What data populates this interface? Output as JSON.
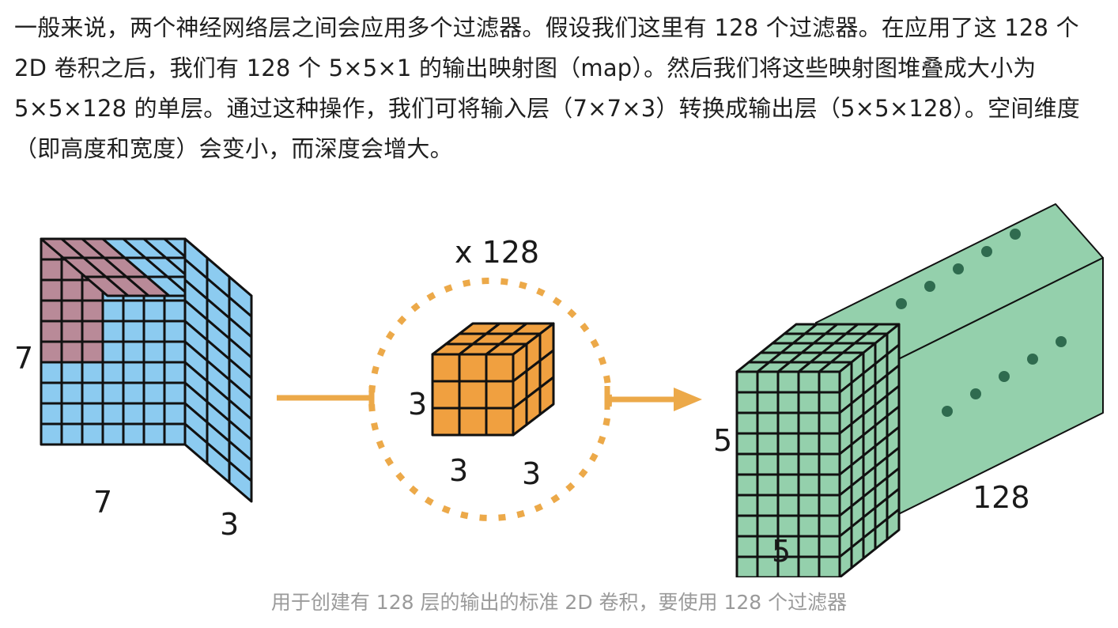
{
  "article": {
    "paragraph": "一般来说，两个神经网络层之间会应用多个过滤器。假设我们这里有 128 个过滤器。在应用了这 128 个 2D 卷积之后，我们有 128 个 5×5×1 的输出映射图（map）。然后我们将这些映射图堆叠成大小为 5×5×128 的单层。通过这种操作，我们可将输入层（7×7×3）转换成输出层（5×5×128）。空间维度（即高度和宽度）会变小，而深度会增大。"
  },
  "figure": {
    "input_height_label": "7",
    "input_width_label": "7",
    "input_depth_label": "3",
    "kernel_count_label": "x 128",
    "kernel_height_label": "3",
    "kernel_width_label": "3",
    "kernel_depth_label": "3",
    "output_height_label": "5",
    "output_width_label": "5",
    "output_depth_label": "128",
    "colors": {
      "input_blue": "#8ccbf0",
      "receptive_pink": "#b98a98",
      "kernel_orange": "#f0a040",
      "arrow_orange": "#eca949",
      "output_green": "#94d0ac"
    }
  },
  "caption": "用于创建有 128 层的输出的标准 2D 卷积，要使用 128 个过滤器"
}
